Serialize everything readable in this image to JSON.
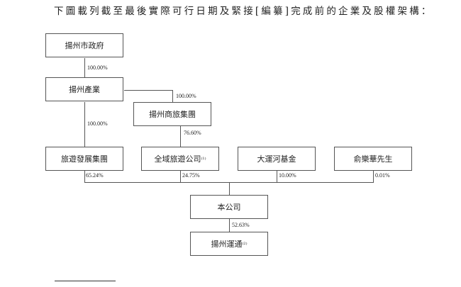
{
  "title": "下圖載列截至最後實際可行日期及緊接[編纂]完成前的企業及股權架構：",
  "entities": {
    "gov": "揚州市政府",
    "industry": "揚州產業",
    "commerce": "揚州商旅集團",
    "tourism_dev": "旅遊發展集團",
    "quanyu": "全域旅遊公司",
    "quanyu_note": "(1)",
    "canal_fund": "大運河基金",
    "mr_yu": "俞樂華先生",
    "company": "本公司",
    "yuntong": "揚州運通",
    "yuntong_note": "(2)"
  },
  "percentages": {
    "gov_to_industry": "100.00%",
    "industry_to_commerce": "100.00%",
    "industry_to_tourism_dev": "100.00%",
    "commerce_to_quanyu": "76.60%",
    "tourism_dev_to_company": "65.24%",
    "quanyu_to_company": "24.75%",
    "canal_fund_to_company": "10.00%",
    "mr_yu_to_company": "0.01%",
    "company_to_yuntong": "52.63%"
  }
}
